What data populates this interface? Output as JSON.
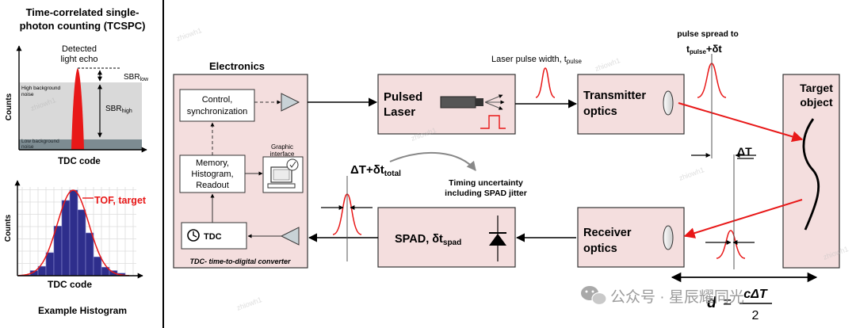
{
  "left_panel": {
    "title_line1": "Time-correlated single-",
    "title_line2": "photon counting (TCSPC)",
    "top_chart": {
      "echo_label_line1": "Detected",
      "echo_label_line2": "light echo",
      "sbr_low": "SBR",
      "sbr_low_sub": "low",
      "sbr_high": "SBR",
      "sbr_high_sub": "high",
      "high_bg_line1": "High background",
      "high_bg_line2": "noise",
      "low_bg_line1": "Low background",
      "low_bg_line2": "noise",
      "ylabel": "Counts",
      "xlabel": "TDC code"
    },
    "bottom_chart": {
      "ylabel": "Counts",
      "xlabel": "TDC code",
      "tof_label": "TOF, target",
      "caption": "Example Histogram"
    }
  },
  "chart_data": {
    "type": "bar",
    "title": "Example Histogram",
    "xlabel": "TDC code",
    "ylabel": "Counts",
    "values": [
      1,
      6,
      11,
      27,
      58,
      88,
      100,
      77,
      50,
      22,
      10,
      6,
      3
    ]
  },
  "diagram": {
    "electronics_title": "Electronics",
    "control_line1": "Control,",
    "control_line2": "synchronization",
    "memory_line1": "Memory,",
    "memory_line2": "Histogram,",
    "memory_line3": "Readout",
    "graphic_line1": "Graphic",
    "graphic_line2": "interface",
    "tdc_label": "TDC",
    "tdc_caption": "TDC- time-to-digital converter",
    "laser_line1": "Pulsed",
    "laser_line2": "Laser",
    "laser_width_label": "Laser pulse width, t",
    "laser_width_sub": "pulse",
    "tx_line1": "Transmitter",
    "tx_line2": "optics",
    "spread_line1": "pulse spread to",
    "spread_t": "t",
    "spread_sub": "pulse",
    "spread_tail": "+δt",
    "target_line1": "Target",
    "target_line2": "object",
    "delta_t": "ΔT",
    "rx_line1": "Receiver",
    "rx_line2": "optics",
    "spad_label": "SPAD, δt",
    "spad_sub": "spad",
    "total_label": "ΔT+δt",
    "total_sub": "total",
    "timing_line1": "Timing uncertainty",
    "timing_line2": "including SPAD jitter",
    "distance_d": "d",
    "distance_eq": "=",
    "distance_num": "cΔT",
    "distance_den": "2"
  },
  "watermark": {
    "tag": "zhiowh1",
    "brand": "公众号 · 星辰耀同光"
  },
  "colors": {
    "box_fill": "#f4dede",
    "echo_red": "#e81818",
    "hist_bar": "#2e2e8c",
    "fit_red": "#e81818",
    "high_noise_gray": "#d9d9d9",
    "low_noise_gray": "#7d8c92"
  }
}
